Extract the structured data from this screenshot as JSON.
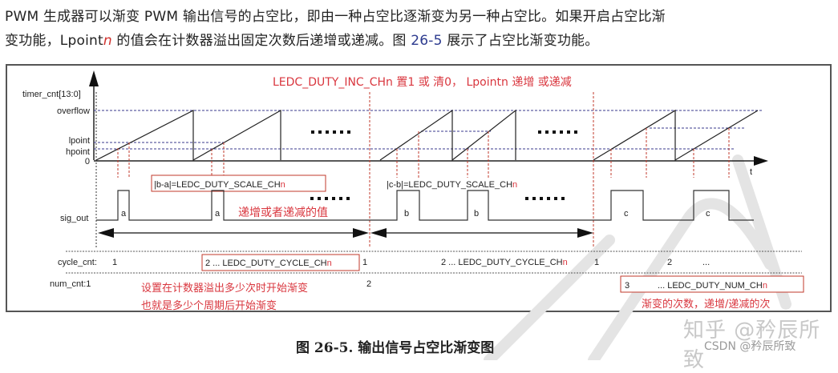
{
  "paragraph": {
    "line1": "PWM 生成器可以渐变 PWM 输出信号的占空比，即由一种占空比逐渐变为另一种占空比。如果开启占空比渐",
    "line2_a": "变功能，Lpoint",
    "line2_n": "n",
    "line2_b": " 的值会在计数器溢出固定次数后递增或递减。图 ",
    "line2_ref": "26-5",
    "line2_c": " 展示了占空比渐变功能。"
  },
  "diagram": {
    "y_axis_label": "timer_cnt[13:0]",
    "x_axis_label": "t",
    "levels": [
      "overflow",
      "lpoint",
      "hpoint",
      "0"
    ],
    "signal_label": "sig_out",
    "top_annotation": "LEDC_DUTY_INC_CHn 置1 或 清0，  Lpointn 递增 或递减",
    "scale_box_1": "|b-a|=LEDC_DUTY_SCALE_CH",
    "scale_box_2": "|c-b|=LEDC_DUTY_SCALE_CH",
    "n_suffix": "n",
    "inc_dec_note": "递增或者递减的值",
    "ellipsis": "......",
    "pulses": [
      "a",
      "a",
      "b",
      "b",
      "c",
      "c"
    ],
    "cycle_cnt_label": "cycle_cnt:",
    "cycle_cnt_values": [
      "1",
      "2  ...  LEDC_DUTY_CYCLE_CH",
      "1",
      "2 ... LEDC_DUTY_CYCLE_CH",
      "1",
      "2",
      "..."
    ],
    "num_cnt_label": "num_cnt:1",
    "num_cnt_values": [
      "2",
      "3",
      "...  LEDC_DUTY_NUM_CH"
    ],
    "cycle_note_line1": "设置在计数器溢出多少次时开始渐变",
    "cycle_note_line2": "也就是多少个周期后开始渐变",
    "num_note": "渐变的次数，递增/递减的次"
  },
  "caption": "图 26-5. 输出信号占空比渐变图",
  "watermark": {
    "zhihu": "知乎 @矜辰所致",
    "csdn": "CSDN @矜辰所致"
  },
  "colors": {
    "annotation_red": "#d9363e",
    "dash_blue": "#3a3a8c",
    "dash_red": "#c0392b",
    "line": "#222222"
  }
}
